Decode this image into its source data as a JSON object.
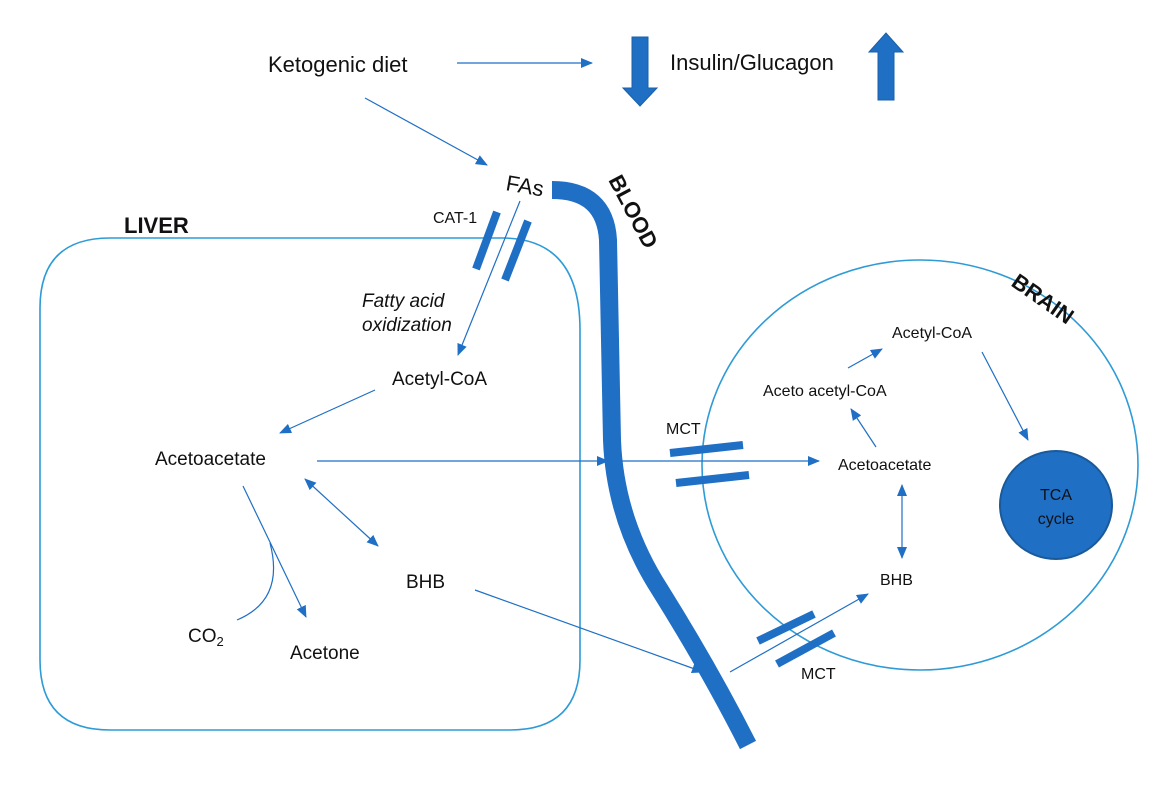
{
  "colors": {
    "accent": "#1f6fc5",
    "cell_outline": "#2e9bd6",
    "tca_fill": "#1f6fc5",
    "text": "#111111"
  },
  "top": {
    "ketogenic_diet": "Ketogenic diet",
    "hormones": "Insulin/Glucagon",
    "insulin_change": "decrease",
    "glucagon_change": "increase"
  },
  "blood": {
    "label": "BLOOD",
    "fas": "FAs"
  },
  "liver": {
    "label": "LIVER",
    "transporter": "CAT-1",
    "process_line1": "Fatty acid",
    "process_line2": "oxidization",
    "acetyl_coa": "Acetyl-CoA",
    "acetoacetate": "Acetoacetate",
    "bhb": "BHB",
    "co2_main": "CO",
    "co2_sub": "2",
    "acetone": "Acetone"
  },
  "brain": {
    "label": "BRAIN",
    "mct_top": "MCT",
    "mct_bottom": "MCT",
    "acetyl_coa": "Acetyl-CoA",
    "aceto_acetyl_coa": "Aceto acetyl-CoA",
    "acetoacetate": "Acetoacetate",
    "bhb": "BHB",
    "tca_line1": "TCA",
    "tca_line2": "cycle"
  }
}
